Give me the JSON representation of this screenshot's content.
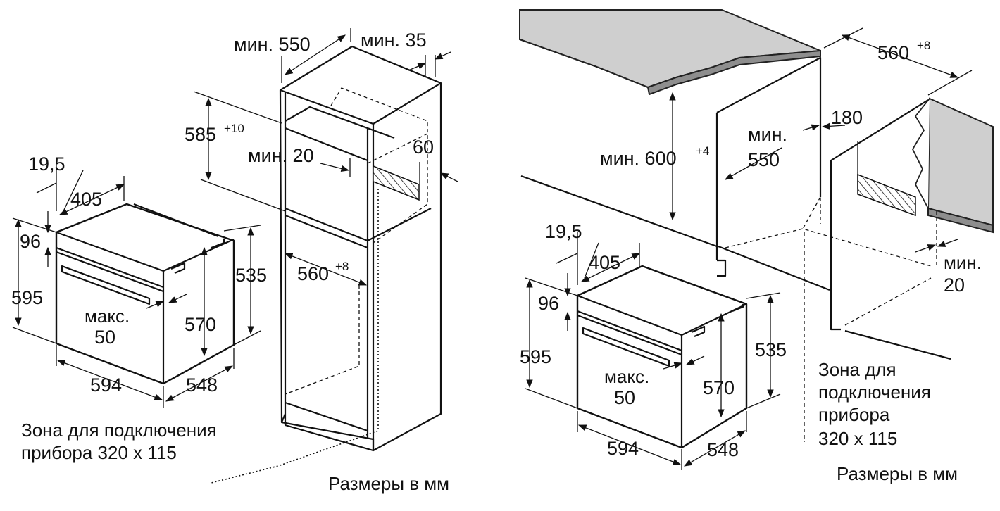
{
  "left_diagram": {
    "dim_min_550": "мин. 550",
    "dim_min_35": "мин. 35",
    "dim_585": "585",
    "dim_585_tol": "+10",
    "dim_min_20_a": "мин. 20",
    "dim_60": "60",
    "dim_19_5": "19,5",
    "dim_405": "405",
    "dim_96": "96",
    "dim_595": "595",
    "dim_535": "535",
    "dim_560": "560",
    "dim_560_tol": "+8",
    "dim_570": "570",
    "max_label": "макс.",
    "max_value": "50",
    "dim_594": "594",
    "dim_548": "548",
    "zone_line1": "Зона для подключения",
    "zone_line2": "прибора 320 x 115",
    "units": "Размеры в мм"
  },
  "right_diagram": {
    "dim_560": "560",
    "dim_560_tol": "+8",
    "dim_180": "180",
    "min_label": "мин.",
    "dim_550": "550",
    "dim_600": "мин. 600",
    "dim_600_tol": "+4",
    "dim_19_5": "19,5",
    "dim_405": "405",
    "dim_96": "96",
    "dim_595": "595",
    "dim_535": "535",
    "min_20_label": "мин.",
    "min_20_value": "20",
    "max_label": "макс.",
    "max_value": "50",
    "dim_570": "570",
    "dim_594": "594",
    "dim_548": "548",
    "zone_line1": "Зона для",
    "zone_line2": "подключения",
    "zone_line3": "прибора",
    "zone_line4": "320 x 115",
    "units": "Размеры в мм"
  },
  "colors": {
    "line": "#111111",
    "countertop": "#cfcfcf",
    "countertop_edge": "#8e8e8e",
    "background": "#ffffff"
  }
}
